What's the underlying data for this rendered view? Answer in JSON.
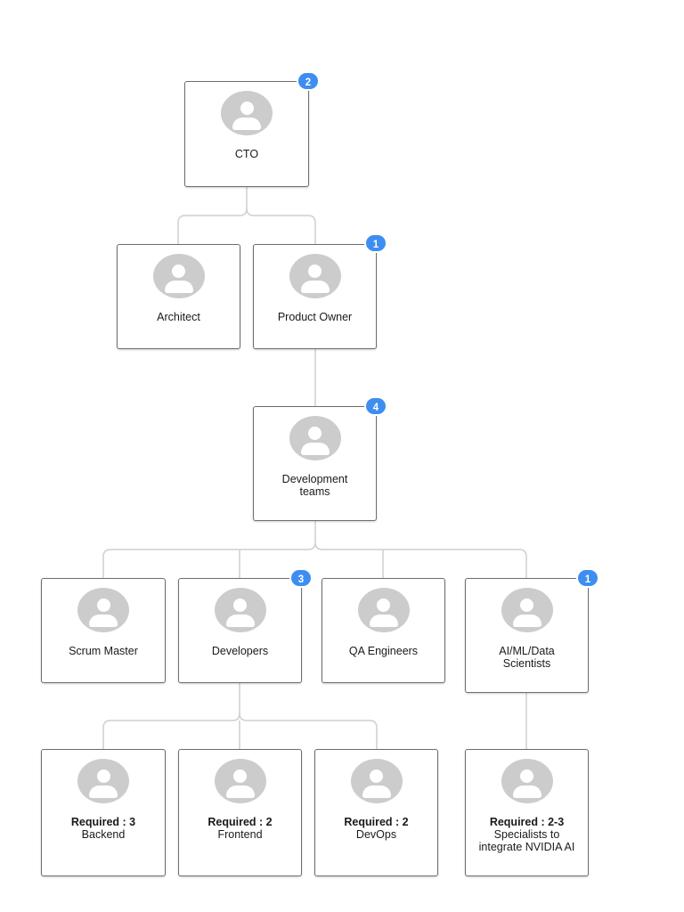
{
  "nodes": {
    "cto": {
      "title": "CTO",
      "badge": "2"
    },
    "architect": {
      "title": "Architect"
    },
    "product_owner": {
      "title": "Product Owner",
      "badge": "1"
    },
    "dev_teams": {
      "title": "Development teams",
      "badge": "4"
    },
    "scrum_master": {
      "title": "Scrum Master"
    },
    "developers": {
      "title": "Developers",
      "badge": "3"
    },
    "qa_engineers": {
      "title": "QA Engineers"
    },
    "ai_ml": {
      "title": "AI/ML/Data Scientists",
      "badge": "1"
    },
    "backend": {
      "required": "Required : 3",
      "title": "Backend"
    },
    "frontend": {
      "required": "Required : 2",
      "title": "Frontend"
    },
    "devops": {
      "required": "Required : 2",
      "title": "DevOps"
    },
    "specialists": {
      "required": "Required : 2-3",
      "title": "Specialists to integrate NVIDIA AI"
    }
  },
  "colors": {
    "badge": "#3d8ef0",
    "avatar": "#cccccc",
    "connector": "#cfcfcf",
    "border": "#6e6e6e"
  }
}
